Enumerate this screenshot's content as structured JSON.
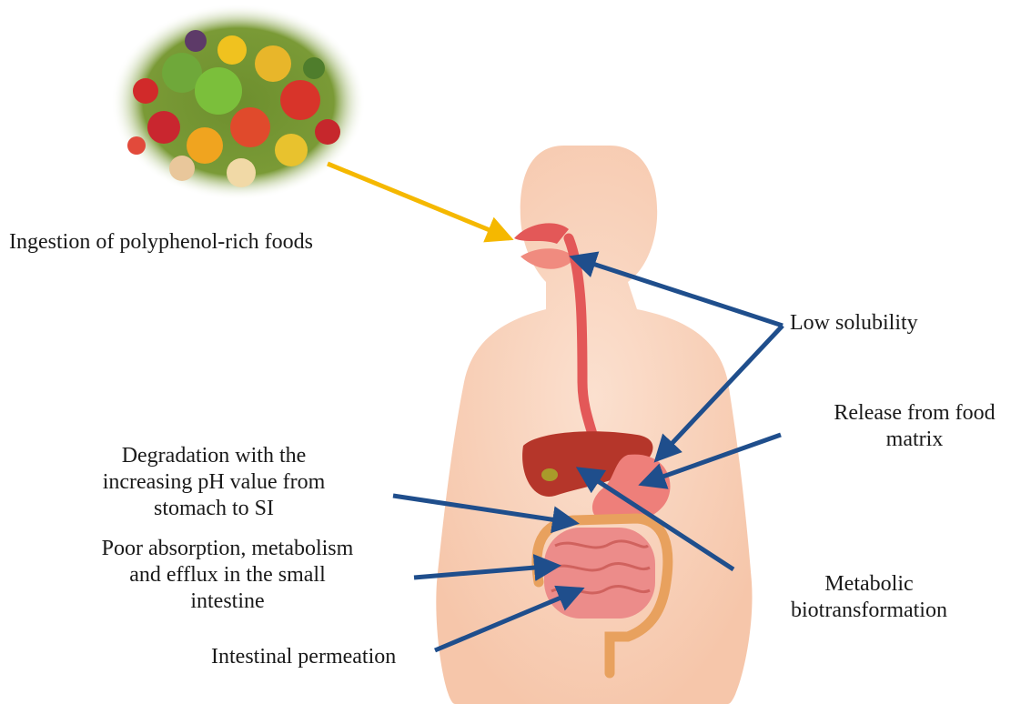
{
  "colors": {
    "ingestion_arrow": "#f5b800",
    "process_arrow": "#1f4e8c",
    "body": "#f9d3bd",
    "esophagus": "#e35858",
    "liver": "#b5362a",
    "stomach": "#ee7f7a",
    "intestine": "#ec8c8a",
    "colon": "#e8a15e",
    "text": "#1a1a1a"
  },
  "icons": {
    "food": "vegetables-and-fruits-icon",
    "body": "human-digestive-system-icon"
  },
  "labels": {
    "ingestion": "Ingestion of polyphenol-rich foods",
    "low_solubility": "Low solubility",
    "release_line1": "Release from food",
    "release_line2": "matrix",
    "degradation_line1": "Degradation with the",
    "degradation_line2": "increasing pH value from",
    "degradation_line3": "stomach to SI",
    "poor_absorption_line1": "Poor absorption, metabolism",
    "poor_absorption_line2": "and efflux in the small",
    "poor_absorption_line3": "intestine",
    "metabolic_line1": "Metabolic",
    "metabolic_line2": "biotransformation",
    "permeation": "Intestinal permeation"
  }
}
